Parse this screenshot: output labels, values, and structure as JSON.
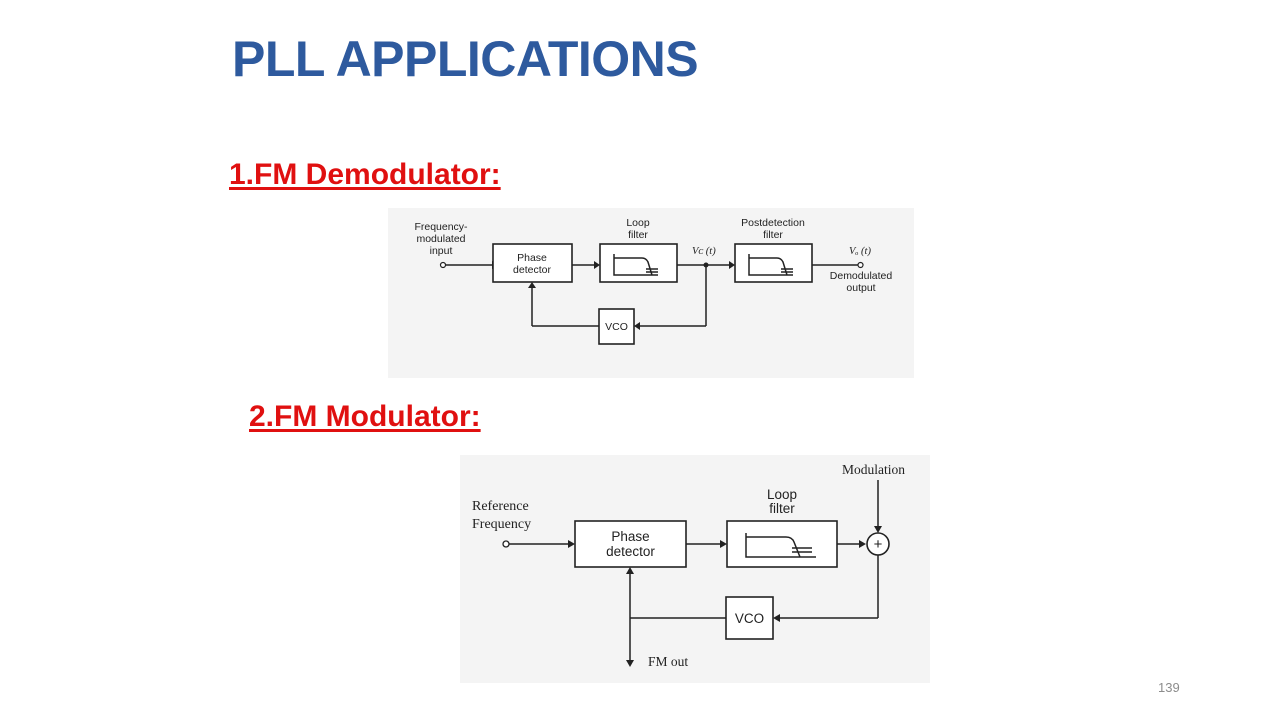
{
  "slide": {
    "title": "PLL APPLICATIONS",
    "page_number": "139"
  },
  "demodulator": {
    "heading": "1.FM Demodulator:",
    "input_label": [
      "Frequency-",
      "modulated",
      "input"
    ],
    "phase_detector": [
      "Phase",
      "detector"
    ],
    "loop_filter": [
      "Loop",
      "filter"
    ],
    "vc_label": "Vᴄ (t)",
    "postdetection_filter": [
      "Postdetection",
      "filter"
    ],
    "vo_label": "Vₒ (t)",
    "output_label": [
      "Demodulated",
      "output"
    ],
    "vco": "VCO"
  },
  "modulator": {
    "heading": "2.FM Modulator:",
    "reference_label": [
      "Reference",
      "Frequency"
    ],
    "phase_detector": [
      "Phase",
      "detector"
    ],
    "loop_filter": [
      "Loop",
      "filter"
    ],
    "modulation_label": "Modulation",
    "summer_symbol": "+",
    "vco": "VCO",
    "fm_out_label": "FM out"
  }
}
